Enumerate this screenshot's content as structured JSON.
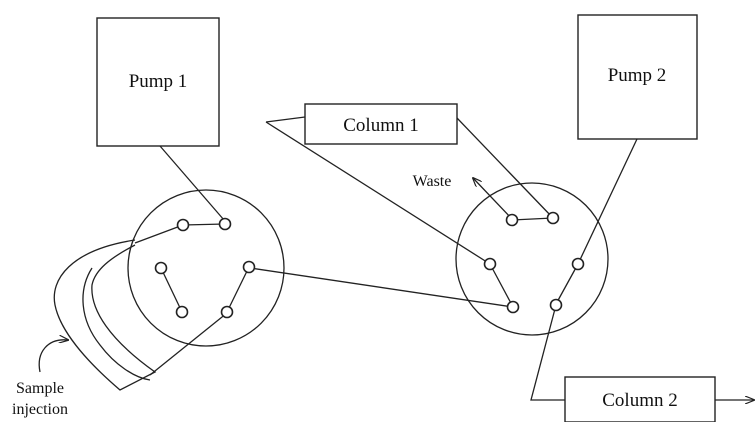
{
  "diagram": {
    "pump1_label": "Pump 1",
    "pump2_label": "Pump 2",
    "column1_label": "Column 1",
    "column2_label": "Column 2",
    "waste_label": "Waste",
    "sample_injection_label_line1": "Sample",
    "sample_injection_label_line2": "injection"
  }
}
